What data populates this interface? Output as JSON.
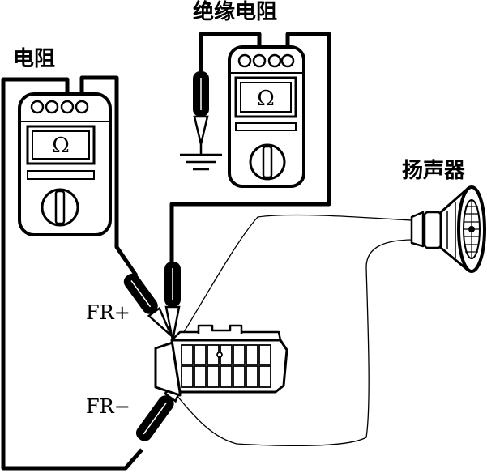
{
  "labels": {
    "resistance": "电阻",
    "insulation_resistance": "绝缘电阻",
    "speaker": "扬声器",
    "fr_plus": "FR+",
    "fr_minus": "FR−"
  },
  "meters": {
    "left": {
      "symbol": "Ω"
    },
    "right": {
      "symbol": "Ω"
    }
  },
  "colors": {
    "ink": "#000000",
    "paper": "#ffffff"
  }
}
